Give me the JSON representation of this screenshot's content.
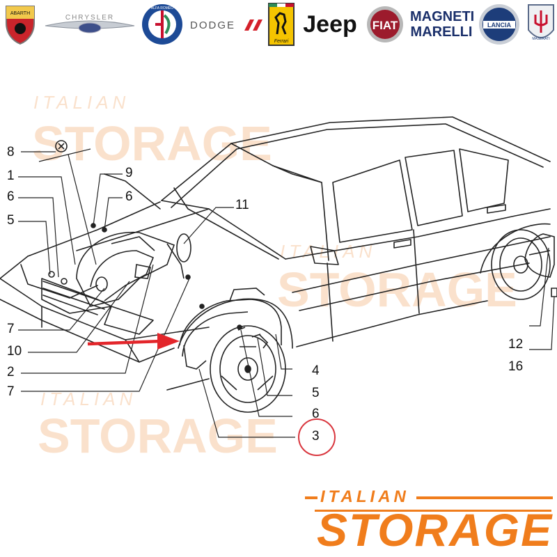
{
  "brands": [
    {
      "name": "abarth",
      "text": "ABARTH"
    },
    {
      "name": "chrysler",
      "text": "CHRYSLER"
    },
    {
      "name": "alfa-romeo",
      "text": "ALFA ROMEO"
    },
    {
      "name": "dodge",
      "text": "DODGE"
    },
    {
      "name": "ferrari",
      "text": "Ferrari"
    },
    {
      "name": "jeep",
      "text": "Jeep"
    },
    {
      "name": "fiat",
      "text": "FIAT"
    },
    {
      "name": "magneti-marelli",
      "text": "MAGNETI MARELLI"
    },
    {
      "name": "lancia",
      "text": "LANCIA"
    },
    {
      "name": "maserati",
      "text": "MASERATI"
    }
  ],
  "watermark": {
    "small": "ITALIAN",
    "big": "STORAGE"
  },
  "callouts": {
    "c8": "8",
    "c1": "1",
    "c6a": "6",
    "c5a": "5",
    "c9": "9",
    "c6b": "6",
    "c11": "11",
    "c7a": "7",
    "c10": "10",
    "c2": "2",
    "c7b": "7",
    "c4": "4",
    "c5b": "5",
    "c6c": "6",
    "c3": "3",
    "c12": "12",
    "c16": "16"
  },
  "highlight": {
    "part": "3",
    "circle_color": "#d9363e",
    "arrow_color": "#e3262b"
  },
  "logo": {
    "small": "ITALIAN",
    "big": "STORAGE",
    "color": "#f07d1c"
  }
}
